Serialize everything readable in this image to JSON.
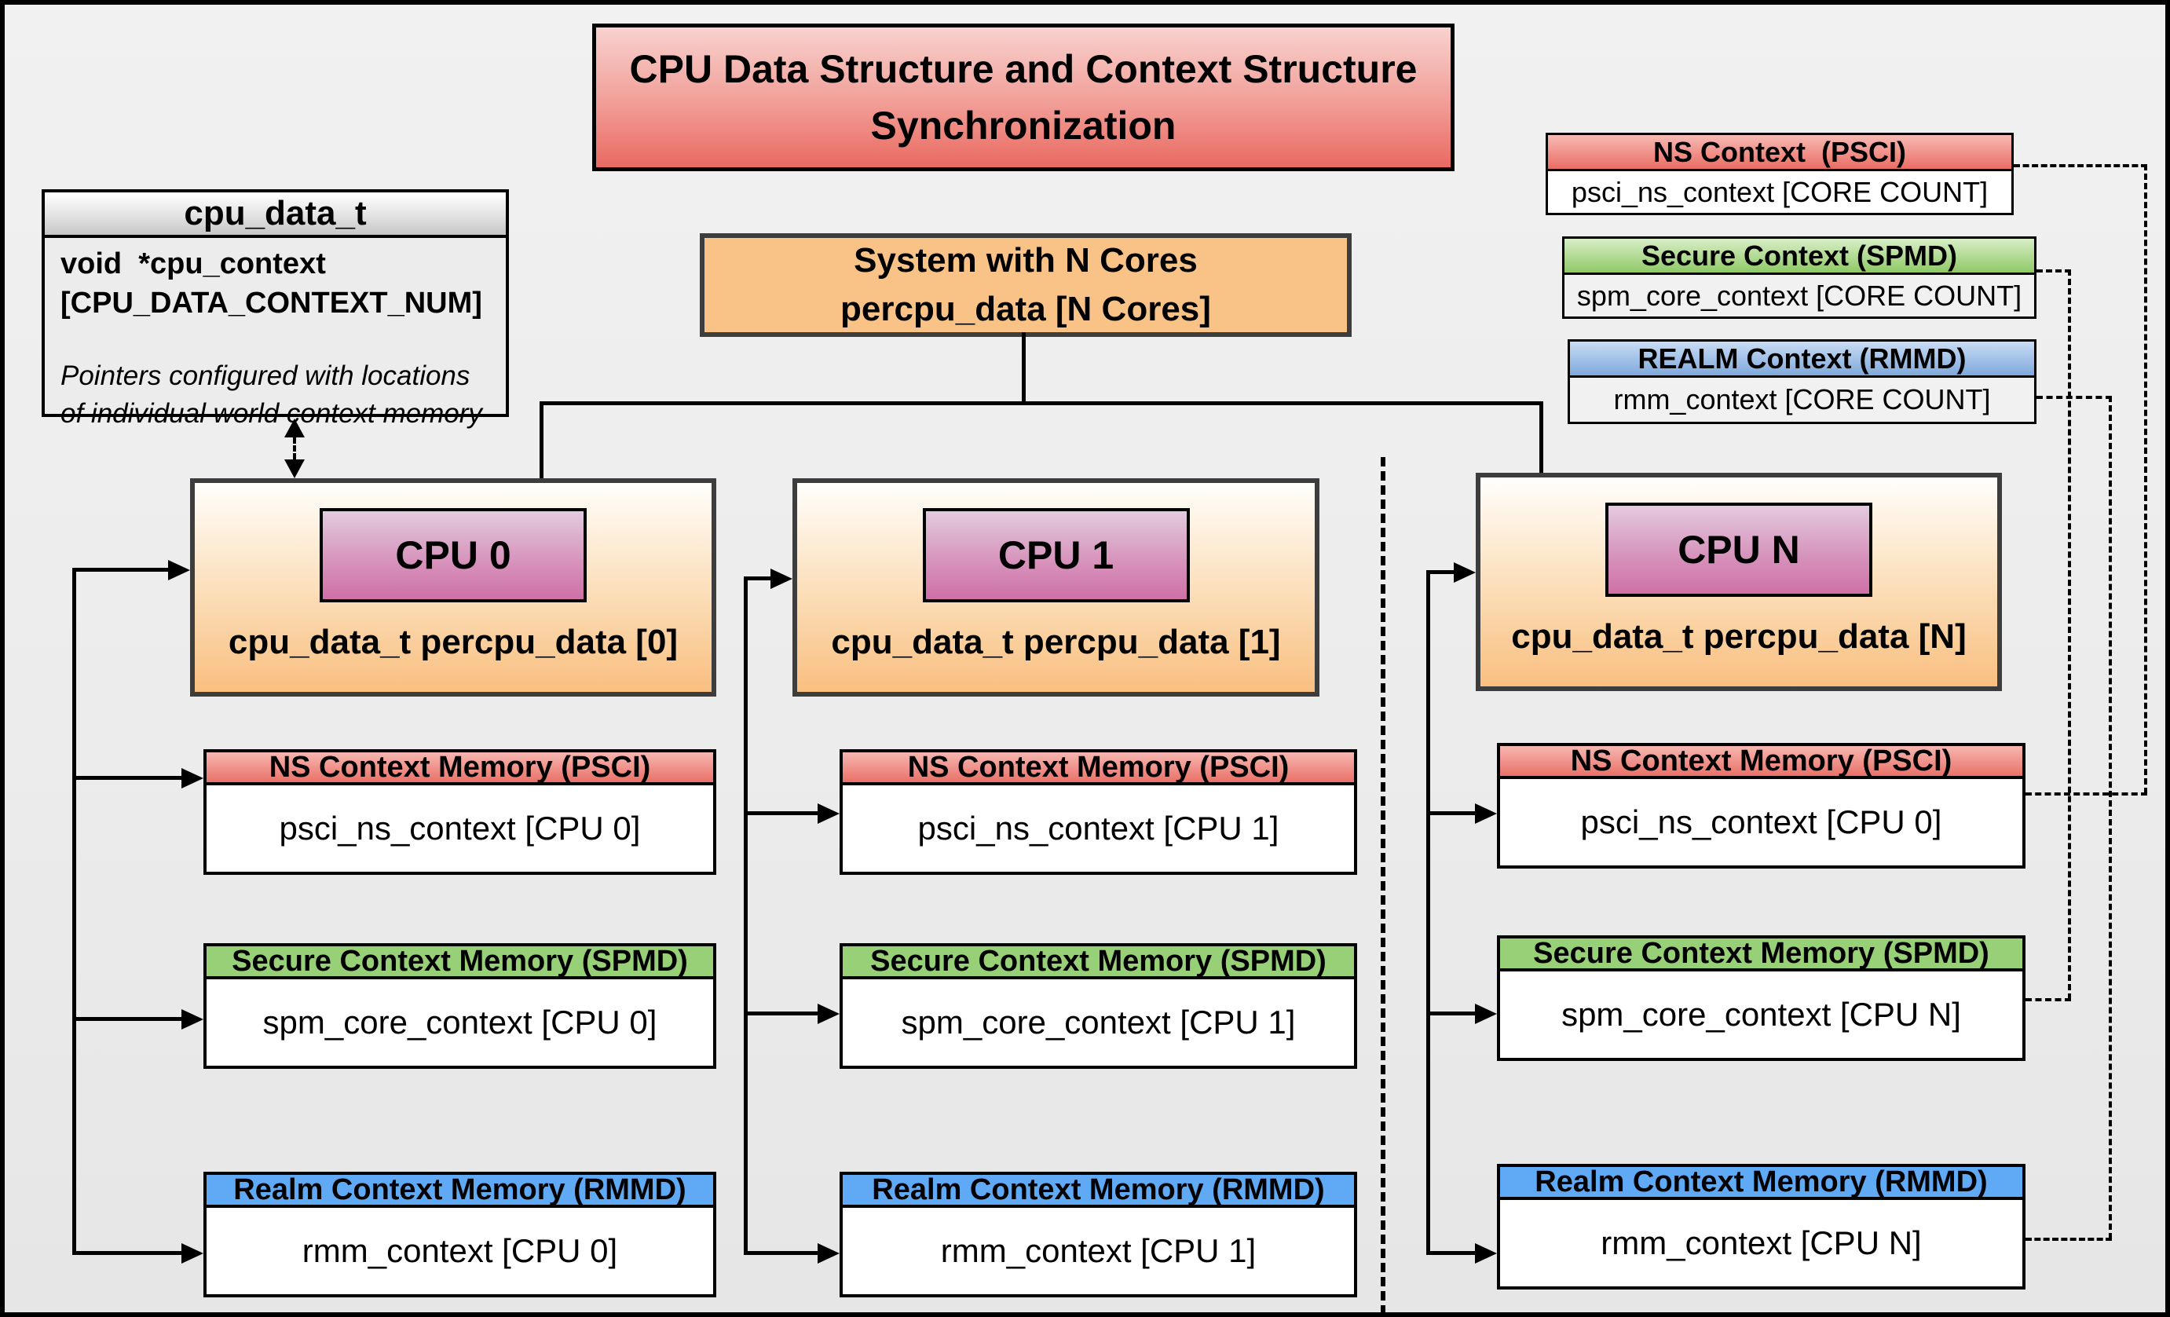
{
  "title": {
    "line1": "CPU Data Structure and Context Structure",
    "line2": "Synchronization"
  },
  "struct_box": {
    "header": "cpu_data_t",
    "field_line1": "void  *cpu_context",
    "field_line2": "[CPU_DATA_CONTEXT_NUM]",
    "note_line1": "Pointers configured with locations",
    "note_line2": "of individual world context memory"
  },
  "system_box": {
    "line1": "System with N Cores",
    "line2": "percpu_data [N Cores]"
  },
  "legend": [
    {
      "header": "NS Context  (PSCI)",
      "body": "psci_ns_context [CORE COUNT]"
    },
    {
      "header": "Secure Context (SPMD)",
      "body": "spm_core_context [CORE COUNT]"
    },
    {
      "header": "REALM Context (RMMD)",
      "body": "rmm_context [CORE COUNT]"
    }
  ],
  "columns": [
    {
      "cpu_label": "CPU 0",
      "data_label": "cpu_data_t percpu_data [0]",
      "ns": {
        "header": "NS Context Memory (PSCI)",
        "body": "psci_ns_context [CPU 0]"
      },
      "secure": {
        "header": "Secure Context Memory (SPMD)",
        "body": "spm_core_context [CPU 0]"
      },
      "realm": {
        "header": "Realm Context Memory (RMMD)",
        "body": "rmm_context [CPU 0]"
      }
    },
    {
      "cpu_label": "CPU 1",
      "data_label": "cpu_data_t percpu_data [1]",
      "ns": {
        "header": "NS Context Memory (PSCI)",
        "body": "psci_ns_context [CPU 1]"
      },
      "secure": {
        "header": "Secure Context Memory (SPMD)",
        "body": "spm_core_context [CPU 1]"
      },
      "realm": {
        "header": "Realm Context Memory (RMMD)",
        "body": "rmm_context [CPU 1]"
      }
    },
    {
      "cpu_label": "CPU N",
      "data_label": "cpu_data_t percpu_data [N]",
      "ns": {
        "header": "NS Context Memory (PSCI)",
        "body": "psci_ns_context [CPU 0]"
      },
      "secure": {
        "header": "Secure Context Memory (SPMD)",
        "body": "spm_core_context [CPU N]"
      },
      "realm": {
        "header": "Realm Context Memory (RMMD)",
        "body": "rmm_context [CPU N]"
      }
    }
  ],
  "colors": {
    "canvas_bg": "#ececec",
    "title_red_top": "#f8d2cf",
    "title_red_bottom": "#e96a61",
    "system_orange": "#f9c387",
    "cpu_gradient_top": "#fffefc",
    "cpu_gradient_bottom": "#f9bf80",
    "cpu_pill_pink_top": "#e3cbdf",
    "cpu_pill_pink_bottom": "#cf70a6",
    "ns_header_red": "#ea6d63",
    "secure_header_green": "#97d077",
    "realm_header_blue": "#5fa9f5",
    "realm_legend_blue": "#7fa9dc",
    "struct_header_gray": "#c6c6c6",
    "dark_border": "#3d3d3d",
    "line_black": "#000000"
  }
}
